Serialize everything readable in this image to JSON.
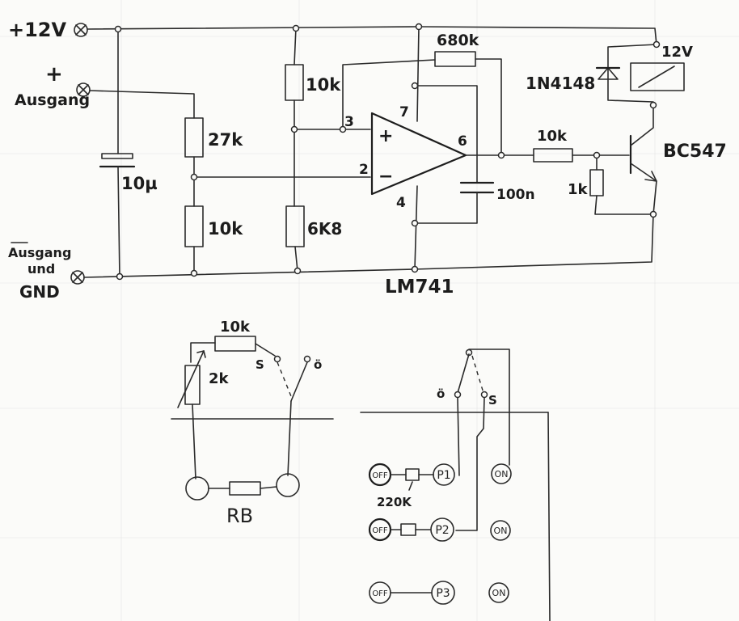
{
  "terminals": {
    "plus12v": "+12V",
    "plus_sign": "+",
    "ausgang": "Ausgang",
    "minus_ausgang": "Ausgang",
    "und": "und",
    "gnd": "GND"
  },
  "components": {
    "c_10u": "10µ",
    "r_27k": "27k",
    "r_10k_lower": "10k",
    "r_10k_upper": "10k",
    "r_6k8": "6K8",
    "r_680k": "680k",
    "c_100n": "100n",
    "r_10k_base": "10k",
    "r_1k": "1k",
    "diode": "1N4148",
    "relay_v": "12V",
    "transistor": "BC547",
    "opamp": "LM741",
    "pin3": "3",
    "pin2": "2",
    "pin7": "7",
    "pin6": "6",
    "pin4": "4",
    "plus_in": "+",
    "minus_in": "−"
  },
  "sub1": {
    "r_10k": "10k",
    "pot_2k": "2k",
    "s": "S",
    "o": "ö",
    "rb": "RB"
  },
  "sub2": {
    "o": "ö",
    "s": "S",
    "r_220k": "220K",
    "off1": "OFF",
    "off2": "OFF",
    "off3": "OFF",
    "p1": "P1",
    "p2": "P2",
    "p3": "P3",
    "on1": "ON",
    "on2": "ON",
    "on3": "ON"
  }
}
